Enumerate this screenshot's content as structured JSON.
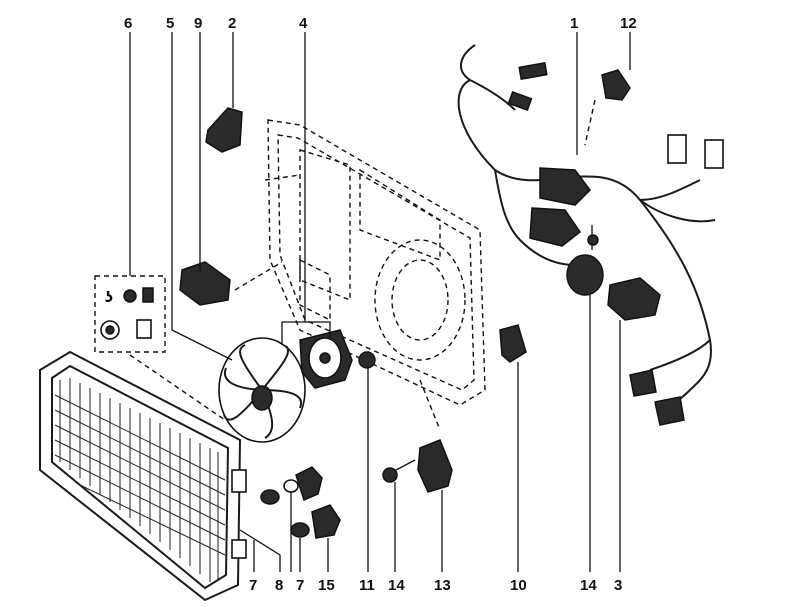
{
  "callouts": [
    {
      "id": "c1",
      "label": "1"
    },
    {
      "id": "c12",
      "label": "12"
    },
    {
      "id": "c6",
      "label": "6"
    },
    {
      "id": "c5",
      "label": "5"
    },
    {
      "id": "c9",
      "label": "9"
    },
    {
      "id": "c2",
      "label": "2"
    },
    {
      "id": "c4",
      "label": "4"
    },
    {
      "id": "c7a",
      "label": "7"
    },
    {
      "id": "c8",
      "label": "8"
    },
    {
      "id": "c7b",
      "label": "7"
    },
    {
      "id": "c15",
      "label": "15"
    },
    {
      "id": "c11",
      "label": "11"
    },
    {
      "id": "c14a",
      "label": "14"
    },
    {
      "id": "c13",
      "label": "13"
    },
    {
      "id": "c10",
      "label": "10"
    },
    {
      "id": "c14b",
      "label": "14"
    },
    {
      "id": "c3",
      "label": "3"
    }
  ]
}
